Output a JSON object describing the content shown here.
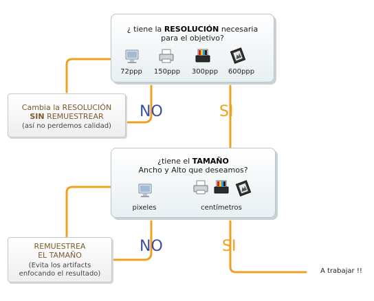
{
  "q1": {
    "pre": "¿ tiene la ",
    "bold": "RESOLUCIÓN",
    "post": " necesaria",
    "line2": "para el objetivo?",
    "options": [
      "72ppp",
      "150ppp",
      "300ppp",
      "600ppp"
    ]
  },
  "a1": {
    "line1_pre": "Cambia la ",
    "line1_bold": "RESOLUCIÓN",
    "line2_bold": "SIN",
    "line2_post": " REMUESTREAR",
    "line3": "(así no perdemos calidad)"
  },
  "q2": {
    "pre": "¿tiene el ",
    "bold": "TAMAÑO",
    "line2": "Ancho y Alto que deseamos?",
    "options": [
      "pixeles",
      "centímetros"
    ]
  },
  "a2": {
    "line1": "REMUESTREA",
    "line2": "EL TAMAÑO",
    "line3": "(Evita los artifacts",
    "line4": "enfocando el resultado)"
  },
  "labels": {
    "no": "NO",
    "si": "SI"
  },
  "final": "A trabajar !!",
  "colors": {
    "line": "#f0a020",
    "no": "#3a4ea8",
    "si": "#f0a020"
  },
  "icons": [
    "monitor-icon",
    "printer-icon",
    "color-printer-icon",
    "film-icon"
  ]
}
